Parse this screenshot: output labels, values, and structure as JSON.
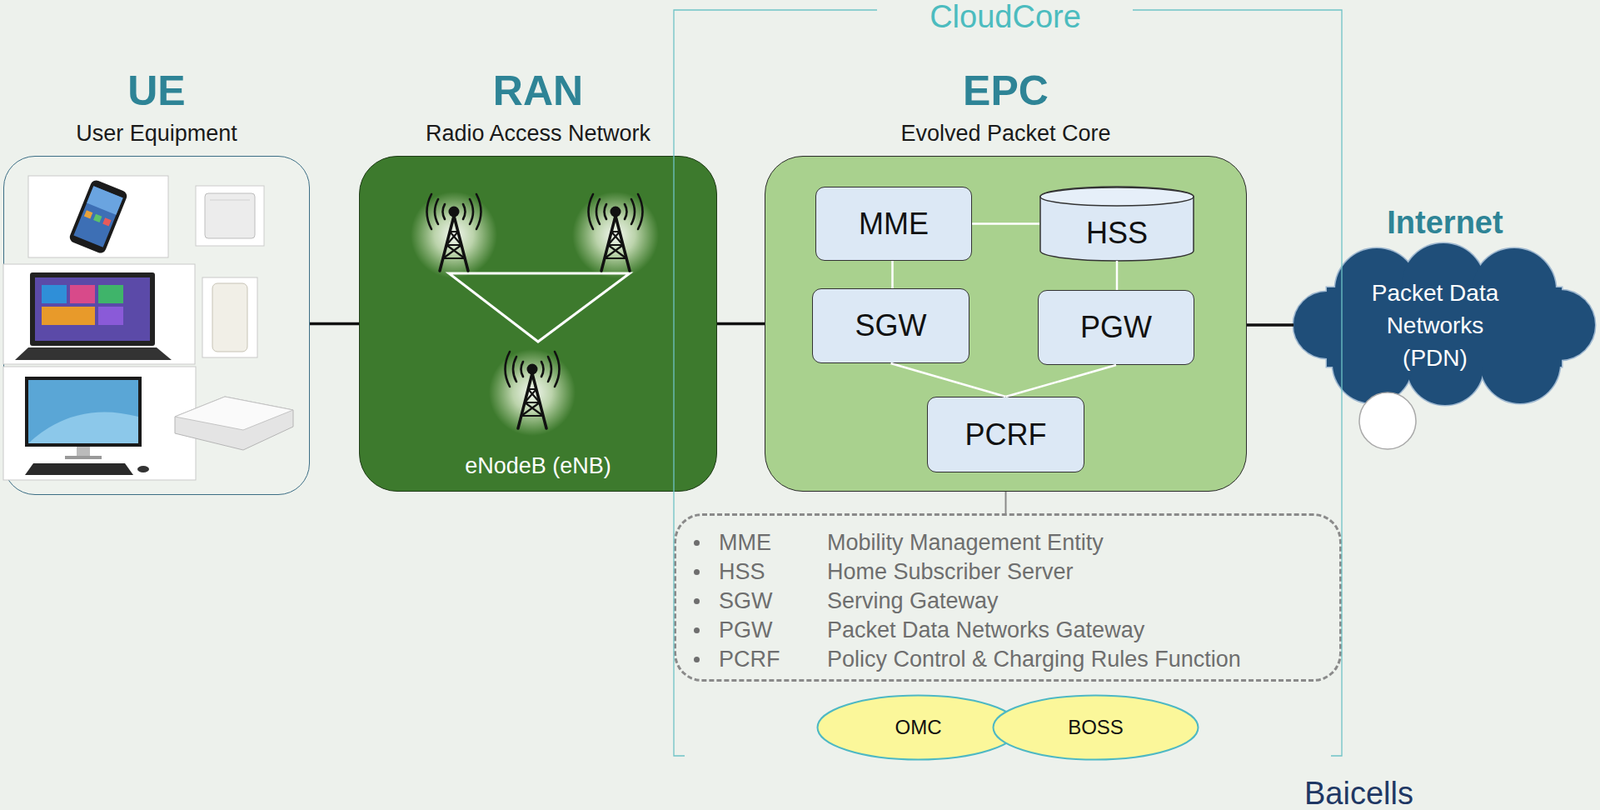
{
  "diagram": {
    "nodes": [
      {
        "text": [
          "UE",
          "User Equipment"
        ]
      },
      {
        "text": [
          "RAN",
          "Radio Access Network",
          "eNodeB (eNB)"
        ]
      },
      {
        "text": [
          "EPC",
          "Evolved Packet Core"
        ]
      },
      {
        "text": [
          "MME"
        ],
        "in": 2
      },
      {
        "text": [
          "HSS"
        ],
        "in": 2
      },
      {
        "text": [
          "SGW"
        ],
        "in": 2
      },
      {
        "text": [
          "PGW"
        ],
        "in": 2
      },
      {
        "text": [
          "PCRF"
        ],
        "in": 2
      },
      {
        "text": [
          "Internet",
          "Packet Data Networks (PDN)"
        ]
      },
      {
        "text": [
          "MME",
          "Mobility Management Entity",
          "HSS",
          "Home Subscriber Server",
          "SGW",
          "Serving Gateway",
          "PGW",
          "Packet Data Networks Gateway",
          "PCRF",
          "Policy Control & Charging Rules Function"
        ]
      },
      {
        "text": [
          "OMC"
        ]
      },
      {
        "text": [
          "BOSS"
        ]
      }
    ],
    "edges": [
      {
        "from": 0,
        "to": 1,
        "arrow": "none"
      },
      {
        "from": 1,
        "to": 2,
        "arrow": "none"
      },
      {
        "from": 2,
        "to": 8,
        "arrow": "none"
      },
      {
        "from": 3,
        "to": 4,
        "arrow": "none"
      },
      {
        "from": 3,
        "to": 5,
        "arrow": "none"
      },
      {
        "from": 4,
        "to": 6,
        "arrow": "none"
      },
      {
        "from": 5,
        "to": 7,
        "arrow": "none"
      },
      {
        "from": 6,
        "to": 7,
        "arrow": "none"
      },
      {
        "from": 2,
        "to": 9,
        "arrow": "none"
      }
    ],
    "labels": [
      "CloudCore",
      "Baicells"
    ]
  }
}
